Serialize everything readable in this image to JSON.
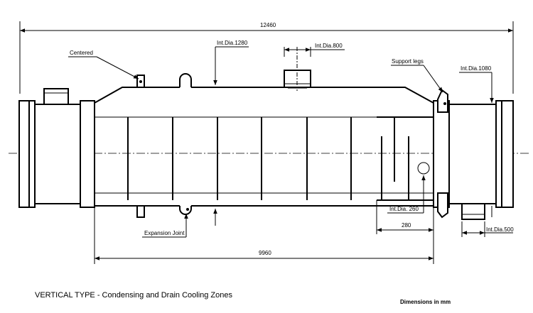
{
  "dimensions": {
    "overall_length": "12460",
    "body_length": "9960",
    "inner_length": "280"
  },
  "labels": {
    "int_dia_1280": "Int.Dia.1280",
    "int_dia_800": "Int.Dia.800",
    "int_dia_1080": "Int.Dia.1080",
    "int_dia_260": "Int.Dia. 260",
    "int_dia_500": "Int.Dia.500",
    "centered": "Centered",
    "support_legs": "Support legs",
    "expansion_joint": "Expansion Joint"
  },
  "caption": {
    "title": "VERTICAL TYPE - Condensing and Drain Cooling  Zones",
    "units": "Dimensions in mm"
  }
}
